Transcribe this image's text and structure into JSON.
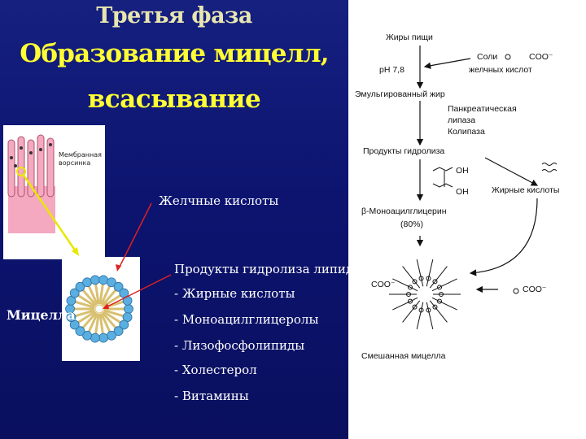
{
  "slide": {
    "title_line1": "Третья фаза",
    "title_line2": "Образование мицелл,",
    "title_line3": "всасывание",
    "villi_caption_1": "Мембранная",
    "villi_caption_2": "ворсинка",
    "bile_acids": "Желчные кислоты",
    "products_heading": "Продукты гидролиза липидов:",
    "products": [
      "- Жирные кислоты",
      "- Моноацилглицеролы",
      "- Лизофосфолипиды",
      "- Холестерол",
      "- Витамины"
    ],
    "micelle_label": "Мицелла"
  },
  "scheme": {
    "food_fats": "Жиры пищи",
    "ph": "pH 7,8",
    "salts_1": "Соли",
    "salts_coo": "COO⁻",
    "salts_2": "желчных кислот",
    "emulsified": "Эмульгированный жир",
    "lipase_1": "Панкреатическая",
    "lipase_2": "липаза",
    "colipase": "Колипаза",
    "products": "Продукты гидролиза",
    "oh1": "OH",
    "oh2": "OH",
    "fatty_acids": "Жирные кислоты",
    "mag_1": "β-Моноацилглицерин",
    "mag_2": "(80%)",
    "coo_left": "COO⁻",
    "coo_right": "COO⁻",
    "mixed_micelle": "Смешанная мицелла"
  },
  "colors": {
    "background": "#0c1470",
    "title_yellow": "#ffff33",
    "arrow_red": "#e02020",
    "arrow_yellow": "#e8e800",
    "micelle_blue": "#5aaee0"
  }
}
